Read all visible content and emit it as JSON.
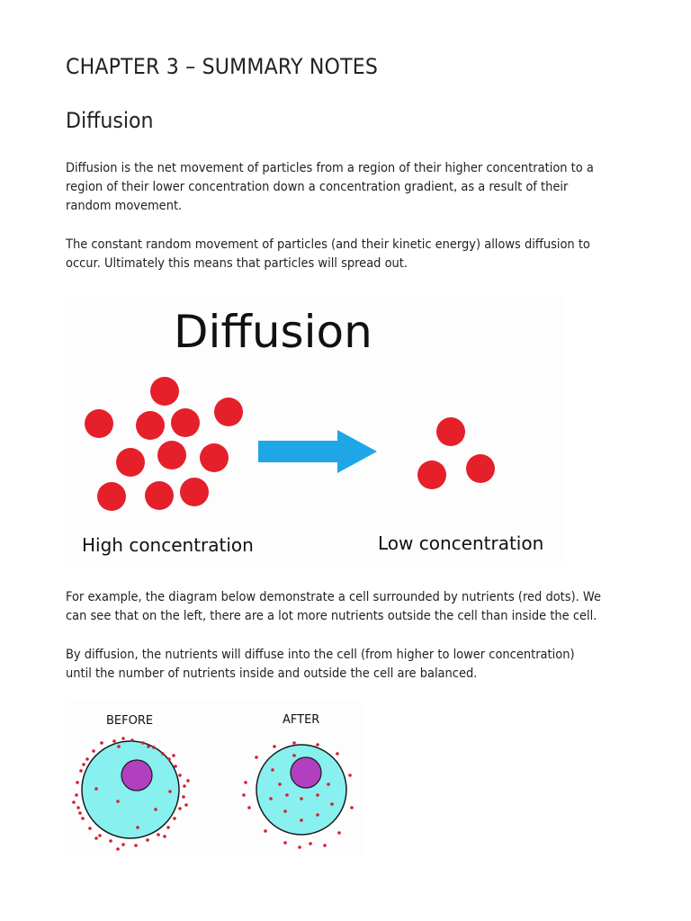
{
  "document": {
    "title": "CHAPTER 3 – SUMMARY NOTES",
    "section_heading": "Diffusion",
    "paragraphs": [
      "Diffusion is the net movement of particles from a region of their higher concentration to a region of their lower concentration down a concentration gradient, as a result of their random movement.",
      "The constant random movement of particles (and their kinetic energy) allows diffusion to occur. Ultimately this means that particles will spread out.",
      "For example, the diagram below demonstrate a cell surrounded by nutrients (red dots). We can see that on the left, there are a lot more nutrients outside the cell than inside the cell.",
      "By diffusion, the nutrients will diffuse into the cell (from higher to lower concentration) until the number of nutrients inside and outside the cell are balanced."
    ]
  },
  "diffusion_figure": {
    "title": "Diffusion",
    "left_label": "High concentration",
    "right_label": "Low concentration",
    "high_particle_count": 11,
    "low_particle_count": 3,
    "particle_color": "#e5202a",
    "arrow_color": "#1ea6e6"
  },
  "cell_figure": {
    "before_label": "BEFORE",
    "after_label": "AFTER",
    "cell_color": "#88f0ef",
    "nucleus_color": "#b23fbf",
    "nutrient_color": "#d11f2e"
  }
}
